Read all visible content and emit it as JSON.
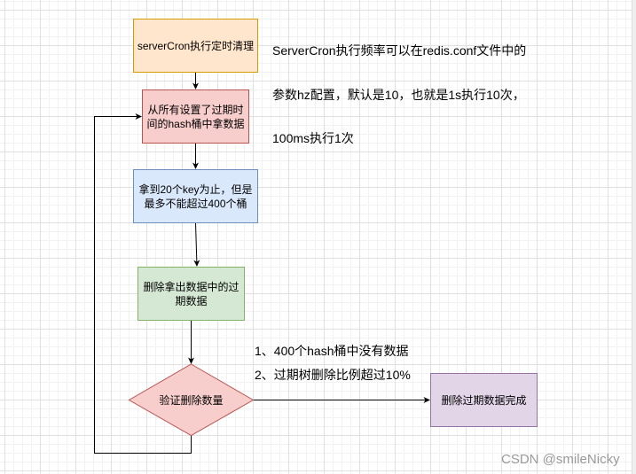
{
  "diagram": {
    "type": "flowchart",
    "edge_color": "#000000",
    "nodes": {
      "server_cron": {
        "kind": "process",
        "label": "serverCron执行定时清理",
        "fill": "#ffe6cc",
        "stroke": "#d79b00"
      },
      "fetch_from_hash": {
        "kind": "process",
        "label": "从所有设置了过期时\n间的hash桶中拿数据",
        "fill": "#f8cecc",
        "stroke": "#b85450"
      },
      "take_keys": {
        "kind": "process",
        "label": "拿到20个key为止，但是\n最多不能超过400个桶",
        "fill": "#dae8fc",
        "stroke": "#6c8ebf"
      },
      "delete_expired": {
        "kind": "process",
        "label": "删除拿出数据中的过\n期数据",
        "fill": "#d5e8d4",
        "stroke": "#82b366"
      },
      "verify_count": {
        "kind": "decision",
        "label": "验证删除数量",
        "fill": "#f8cecc",
        "stroke": "#b85450"
      },
      "done": {
        "kind": "process",
        "label": "删除过期数据完成",
        "fill": "#e1d5e7",
        "stroke": "#9673a6"
      }
    },
    "edges": [
      {
        "from": "server_cron",
        "to": "fetch_from_hash"
      },
      {
        "from": "fetch_from_hash",
        "to": "take_keys"
      },
      {
        "from": "take_keys",
        "to": "delete_expired"
      },
      {
        "from": "delete_expired",
        "to": "verify_count"
      },
      {
        "from": "verify_count",
        "to": "done"
      },
      {
        "from": "verify_count",
        "to": "fetch_from_hash"
      }
    ]
  },
  "annotations": {
    "text_color": "#000000",
    "frequency_note": {
      "lines": [
        "ServerCron执行频率可以在redis.conf文件中的",
        "参数hz配置，默认是10，也就是1s执行10次，",
        "100ms执行1次"
      ]
    },
    "exit_conditions": [
      "1、400个hash桶中没有数据",
      "2、过期树删除比例超过10%"
    ]
  },
  "watermark": {
    "text": "CSDN @smileNicky",
    "color": "#999999"
  }
}
